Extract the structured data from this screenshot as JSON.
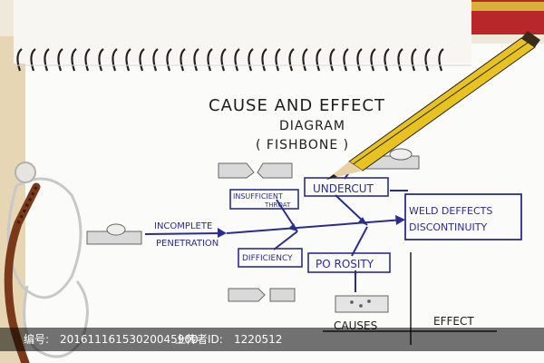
{
  "title": "CAUSE AND EFFECT",
  "subtitle": "DIAGRAM",
  "subtitle2": "( FISHBONE )",
  "boxes": {
    "insufficient_l1": "INSUFFICIENT",
    "insufficient_l2": "THROAT",
    "undercut": "UNDERCUT",
    "difficiency": "DIFFICIENCY",
    "porosity": "PO ROSITY",
    "effect_l1": "WELD DEFFECTS",
    "effect_l2": "DISCONTINUITY"
  },
  "incomplete_l1": "INCOMPLETE",
  "incomplete_l2": "PENETRATION",
  "axis": {
    "causes": "CAUSES",
    "effect": "EFFECT"
  },
  "watermark": {
    "label": "编号:",
    "id": "20161116153020045900",
    "uploader_label": "上传者ID:",
    "uploader_id": "1220512"
  },
  "colors": {
    "ink": "#2b2d8c",
    "pencil": "#e8c21e",
    "frame": "#7a3a1a"
  }
}
